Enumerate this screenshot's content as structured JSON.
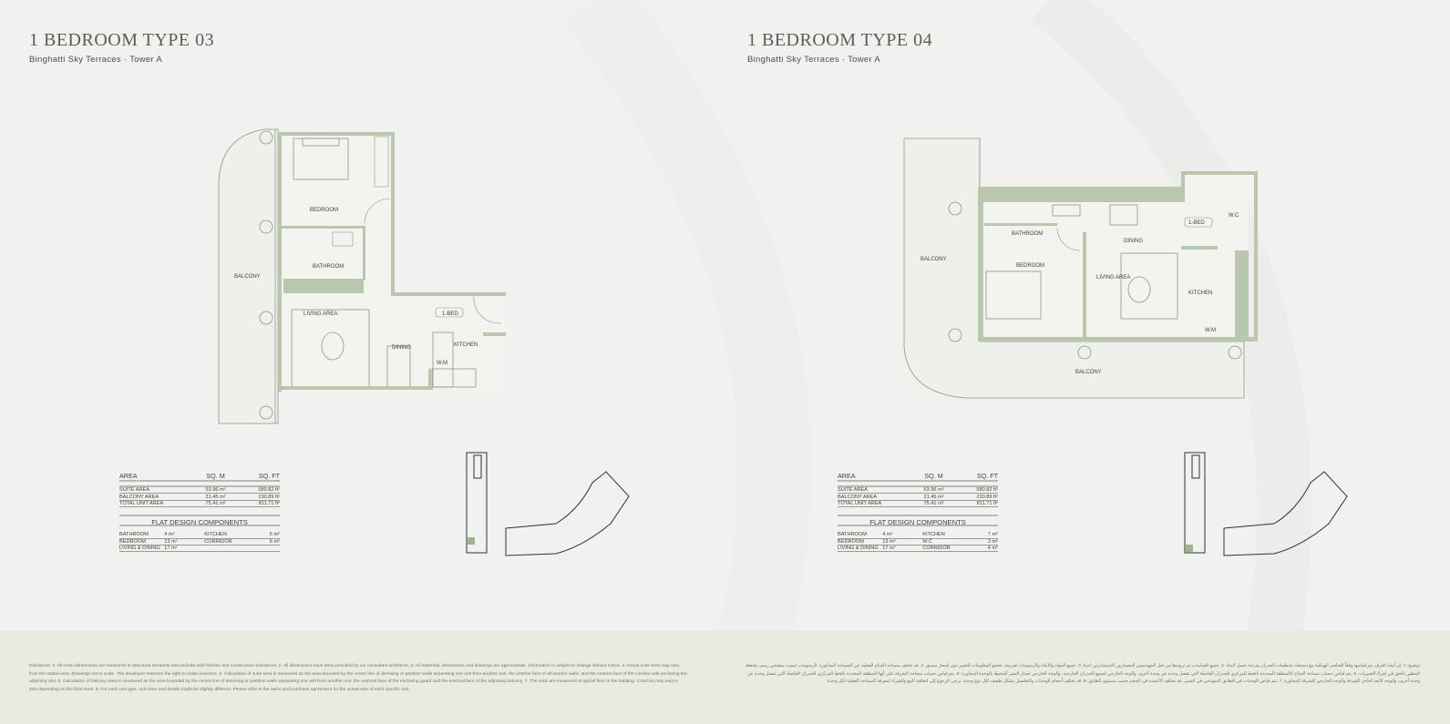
{
  "colors": {
    "wall": "#b9c7ad",
    "background": "#f1f1ef",
    "footer": "#e8ecdf",
    "text": "#4d5046"
  },
  "left": {
    "title": "1 BEDROOM TYPE 03",
    "subtitle": "Binghatti Sky Terraces · Tower A",
    "rooms": {
      "bedroom": "BEDROOM",
      "bathroom": "BATHROOM",
      "balcony": "BALCONY",
      "living": "LIVING AREA",
      "dining": "DINING",
      "kitchen": "KITCHEN",
      "wm": "W.M",
      "tag": "1-BED"
    },
    "area_table": {
      "headers": [
        "AREA",
        "SQ. M",
        "SQ. FT"
      ],
      "rows": [
        [
          "SUITE AREA",
          "53.96 m²",
          "580.82 ft²"
        ],
        [
          "BALCONY AREA",
          "21.45 m²",
          "230.89 ft²"
        ],
        [
          "TOTAL UNIT AREA",
          "75.41 m²",
          "811.71 ft²"
        ]
      ]
    },
    "components_title": "FLAT DESIGN COMPONENTS",
    "components": [
      [
        "BATHROOM",
        "4 m²",
        "KITCHEN",
        "5 m²"
      ],
      [
        "BEDROOM",
        "13 m²",
        "CORRIDOR",
        "6 m²"
      ],
      [
        "LIVING & DINING",
        "17 m²",
        "",
        ""
      ]
    ]
  },
  "right": {
    "title": "1 BEDROOM TYPE 04",
    "subtitle": "Binghatti Sky Terraces · Tower A",
    "rooms": {
      "bedroom": "BEDROOM",
      "bathroom": "BATHROOM",
      "balcony": "BALCONY",
      "balcony2": "BALCONY",
      "living": "LIVING AREA",
      "dining": "DINING",
      "kitchen": "KITCHEN",
      "wm": "W.M",
      "wc": "W.C",
      "tag": "1-BED"
    },
    "area_table": {
      "headers": [
        "AREA",
        "SQ. M",
        "SQ. FT"
      ],
      "rows": [
        [
          "SUITE AREA",
          "53.96 m²",
          "580.82 ft²"
        ],
        [
          "BALCONY AREA",
          "21.45 m²",
          "230.89 ft²"
        ],
        [
          "TOTAL UNIT AREA",
          "75.41 m²",
          "811.71 ft²"
        ]
      ]
    },
    "components_title": "FLAT DESIGN COMPONENTS",
    "components": [
      [
        "BATHROOM",
        "4 m²",
        "KITCHEN",
        "7 m²"
      ],
      [
        "BEDROOM",
        "13 m²",
        "W.C",
        "3 m²"
      ],
      [
        "LIVING & DINING",
        "17 m²",
        "CORRIDOR",
        "4 m²"
      ]
    ]
  },
  "disclaimer_en": "Disclaimer: 1. All room dimensions are measured to structural elements and exclude wall finishes and construction tolerances. 2. All dimensions have been provided by our consultant architects. 3. All materials, dimensions and drawings are approximate. Information is subject to change without notice. 4. Actual suite area may vary from the stated area. Drawings not to scale. The developer reserves the right to make revisions. 5. Calculation of suite area is measured as the area bounded by the centre line of demising or partition walls separating one unit from another unit, the exterior face of all exterior walls, and the exterior face of the corridor wall enclosing the adjoining unit. 6. Calculation of balcony area is measured as the area bounded by the centre line of demising or partition walls separating one unit from another unit, the outmost face of the enclosing guard and the external face of the adjoining balcony. 7. The units are measured at typical floor in the building. Columns may vary in size depending on the floor level. 8. For each unit type, unit sizes and details might be slightly different. Please refer to the sales and purchase agreement for the actual size of each specific unit.",
  "disclaimer_ar": "توضيح: 1. إن أبعاد الغرف يتم قياسها وفقاً للعناصر الهيكلية مع استبعاد تشطيبات الجدران ودرجة تحمل البناء. 2. جميع القياسات تم تزويدها من قبل المهندسين المعماريين الاستشاريين لدينا. 3. جميع المواد والأبعاد والرسومات تقريبية، تخضع المعلومات للتغيير دون إشعار مسبق. 4. قد تختلف مساحة الجناح الفعلية عن المساحة المذكورة. الرسومات ليست بمقياس رسم. يحتفظ المطور بالحق في إجراء التغييرات. 5. يتم قياس حساب مساحة الجناح كالمنطقة المحددة بالخط المركزي للجدران الفاصلة التي تفصل وحدة عن وحدة أخرى، والوجه الخارجي لجميع الجدران الخارجية، والوجه الخارجي لجدار الممر المحيط بالوحدة المجاورة. 6. يتم قياس حساب مساحة الشرفة على أنها المنطقة المحددة بالخط المركزي للجدران الفاصلة التي تفصل وحدة عن وحدة أخرى، والوجه الأبعد لحاجز الشرفة والوجه الخارجي للشرفة المجاورة. 7. يتم قياس الوحدات في الطابق النموذجي في المبنى. قد تختلف الأعمدة في الحجم حسب مستوى الطابق. 8. قد تختلف أحجام الوحدات والتفاصيل بشكل طفيف لكل نوع وحدة. يرجى الرجوع إلى اتفاقية البيع والشراء لمعرفة المساحة الفعلية لكل وحدة."
}
